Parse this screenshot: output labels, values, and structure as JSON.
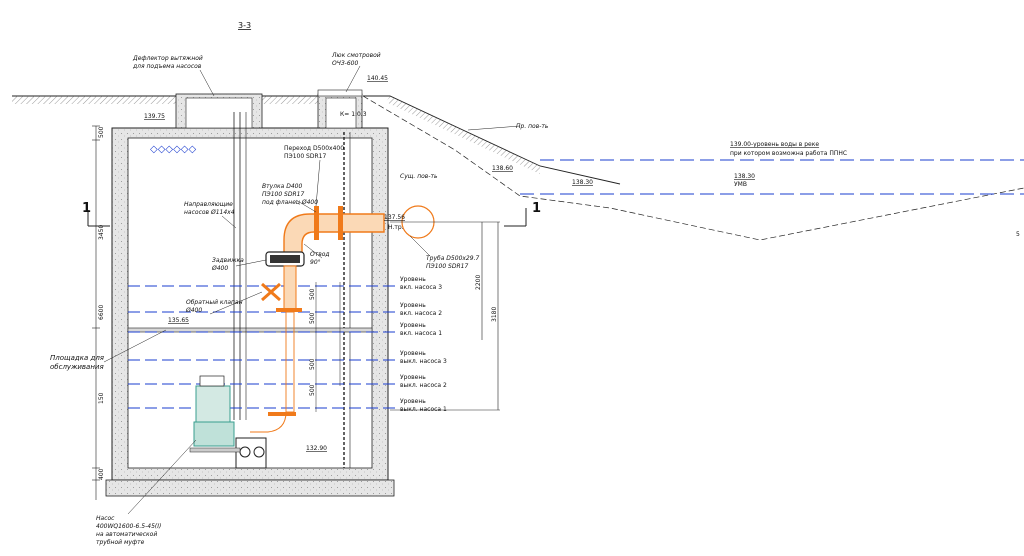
{
  "title": "3-3",
  "section_marks": {
    "left": "1",
    "right": "1"
  },
  "colors": {
    "line": "#222222",
    "water": "#1a3ccf",
    "pipe": "#f07a1a",
    "pipe_fill": "#fbd9b6",
    "concrete": "#e3e3e3",
    "pump": "#3a9e8f"
  },
  "labels": {
    "vent_pump": [
      "Дефлектор вытяжной",
      "для подъема насосов"
    ],
    "vent_wall": [
      "Люк смотровой",
      "ОЧЗ-600"
    ],
    "transition": [
      "Переход D500х400",
      "ПЭ100 SDR17"
    ],
    "guide_pipes": [
      "Направляющие",
      "насосов Ø114х4"
    ],
    "sleeve": [
      "Втулка D400",
      "ПЭ100 SDR17",
      "под фланец Ø400"
    ],
    "valve": [
      "Задвижка",
      "Ø400"
    ],
    "bend": [
      "Отвод",
      "90°"
    ],
    "check_valve": [
      "Обратный клапан",
      "Ø400"
    ],
    "pipe_out": [
      "Труба D500х29.7",
      "ПЭ100 SDR17"
    ],
    "platform": [
      "Площадка для",
      "обслуживания"
    ],
    "pump": [
      "Насос",
      "400WQ1600-6.5-45(I)",
      "на автоматической",
      "трубной муфте"
    ],
    "ground_design": "Пр. пов-ть",
    "ground_existing": "Сущ. пов-ть",
    "river_level": [
      "139.00-уровень воды в реке",
      "при котором возможна работа ППНС"
    ],
    "umv": "УМВ",
    "pipe_tag": "Н.тр.",
    "slope_tag": "К= 1:0.3"
  },
  "levels": [
    {
      "text": "Уровень",
      "sub": "вкл. насоса 3"
    },
    {
      "text": "Уровень",
      "sub": "вкл. насоса 2"
    },
    {
      "text": "Уровень",
      "sub": "вкл. насоса 1"
    },
    {
      "text": "Уровень",
      "sub": "выкл. насоса 3"
    },
    {
      "text": "Уровень",
      "sub": "выкл. насоса 2"
    },
    {
      "text": "Уровень",
      "sub": "выкл. насоса 1"
    }
  ],
  "elevations": {
    "top_hatch": "140.45",
    "top_slab": "139.75",
    "design_ground": "138.60",
    "umv": "138.30",
    "pipe_axis": "137.56",
    "platform": "135.65",
    "bottom": "132.90"
  },
  "dimensions": {
    "left_top": "500",
    "left_upper": "3450",
    "left_main": "6600",
    "left_lower": "150",
    "left_bottom": "400",
    "pump_500a": "500",
    "pump_500b": "500",
    "pump_500c": "500",
    "pump_500d": "500",
    "right_2200": "2200",
    "right_3180": "3180"
  },
  "edge_note": "5"
}
